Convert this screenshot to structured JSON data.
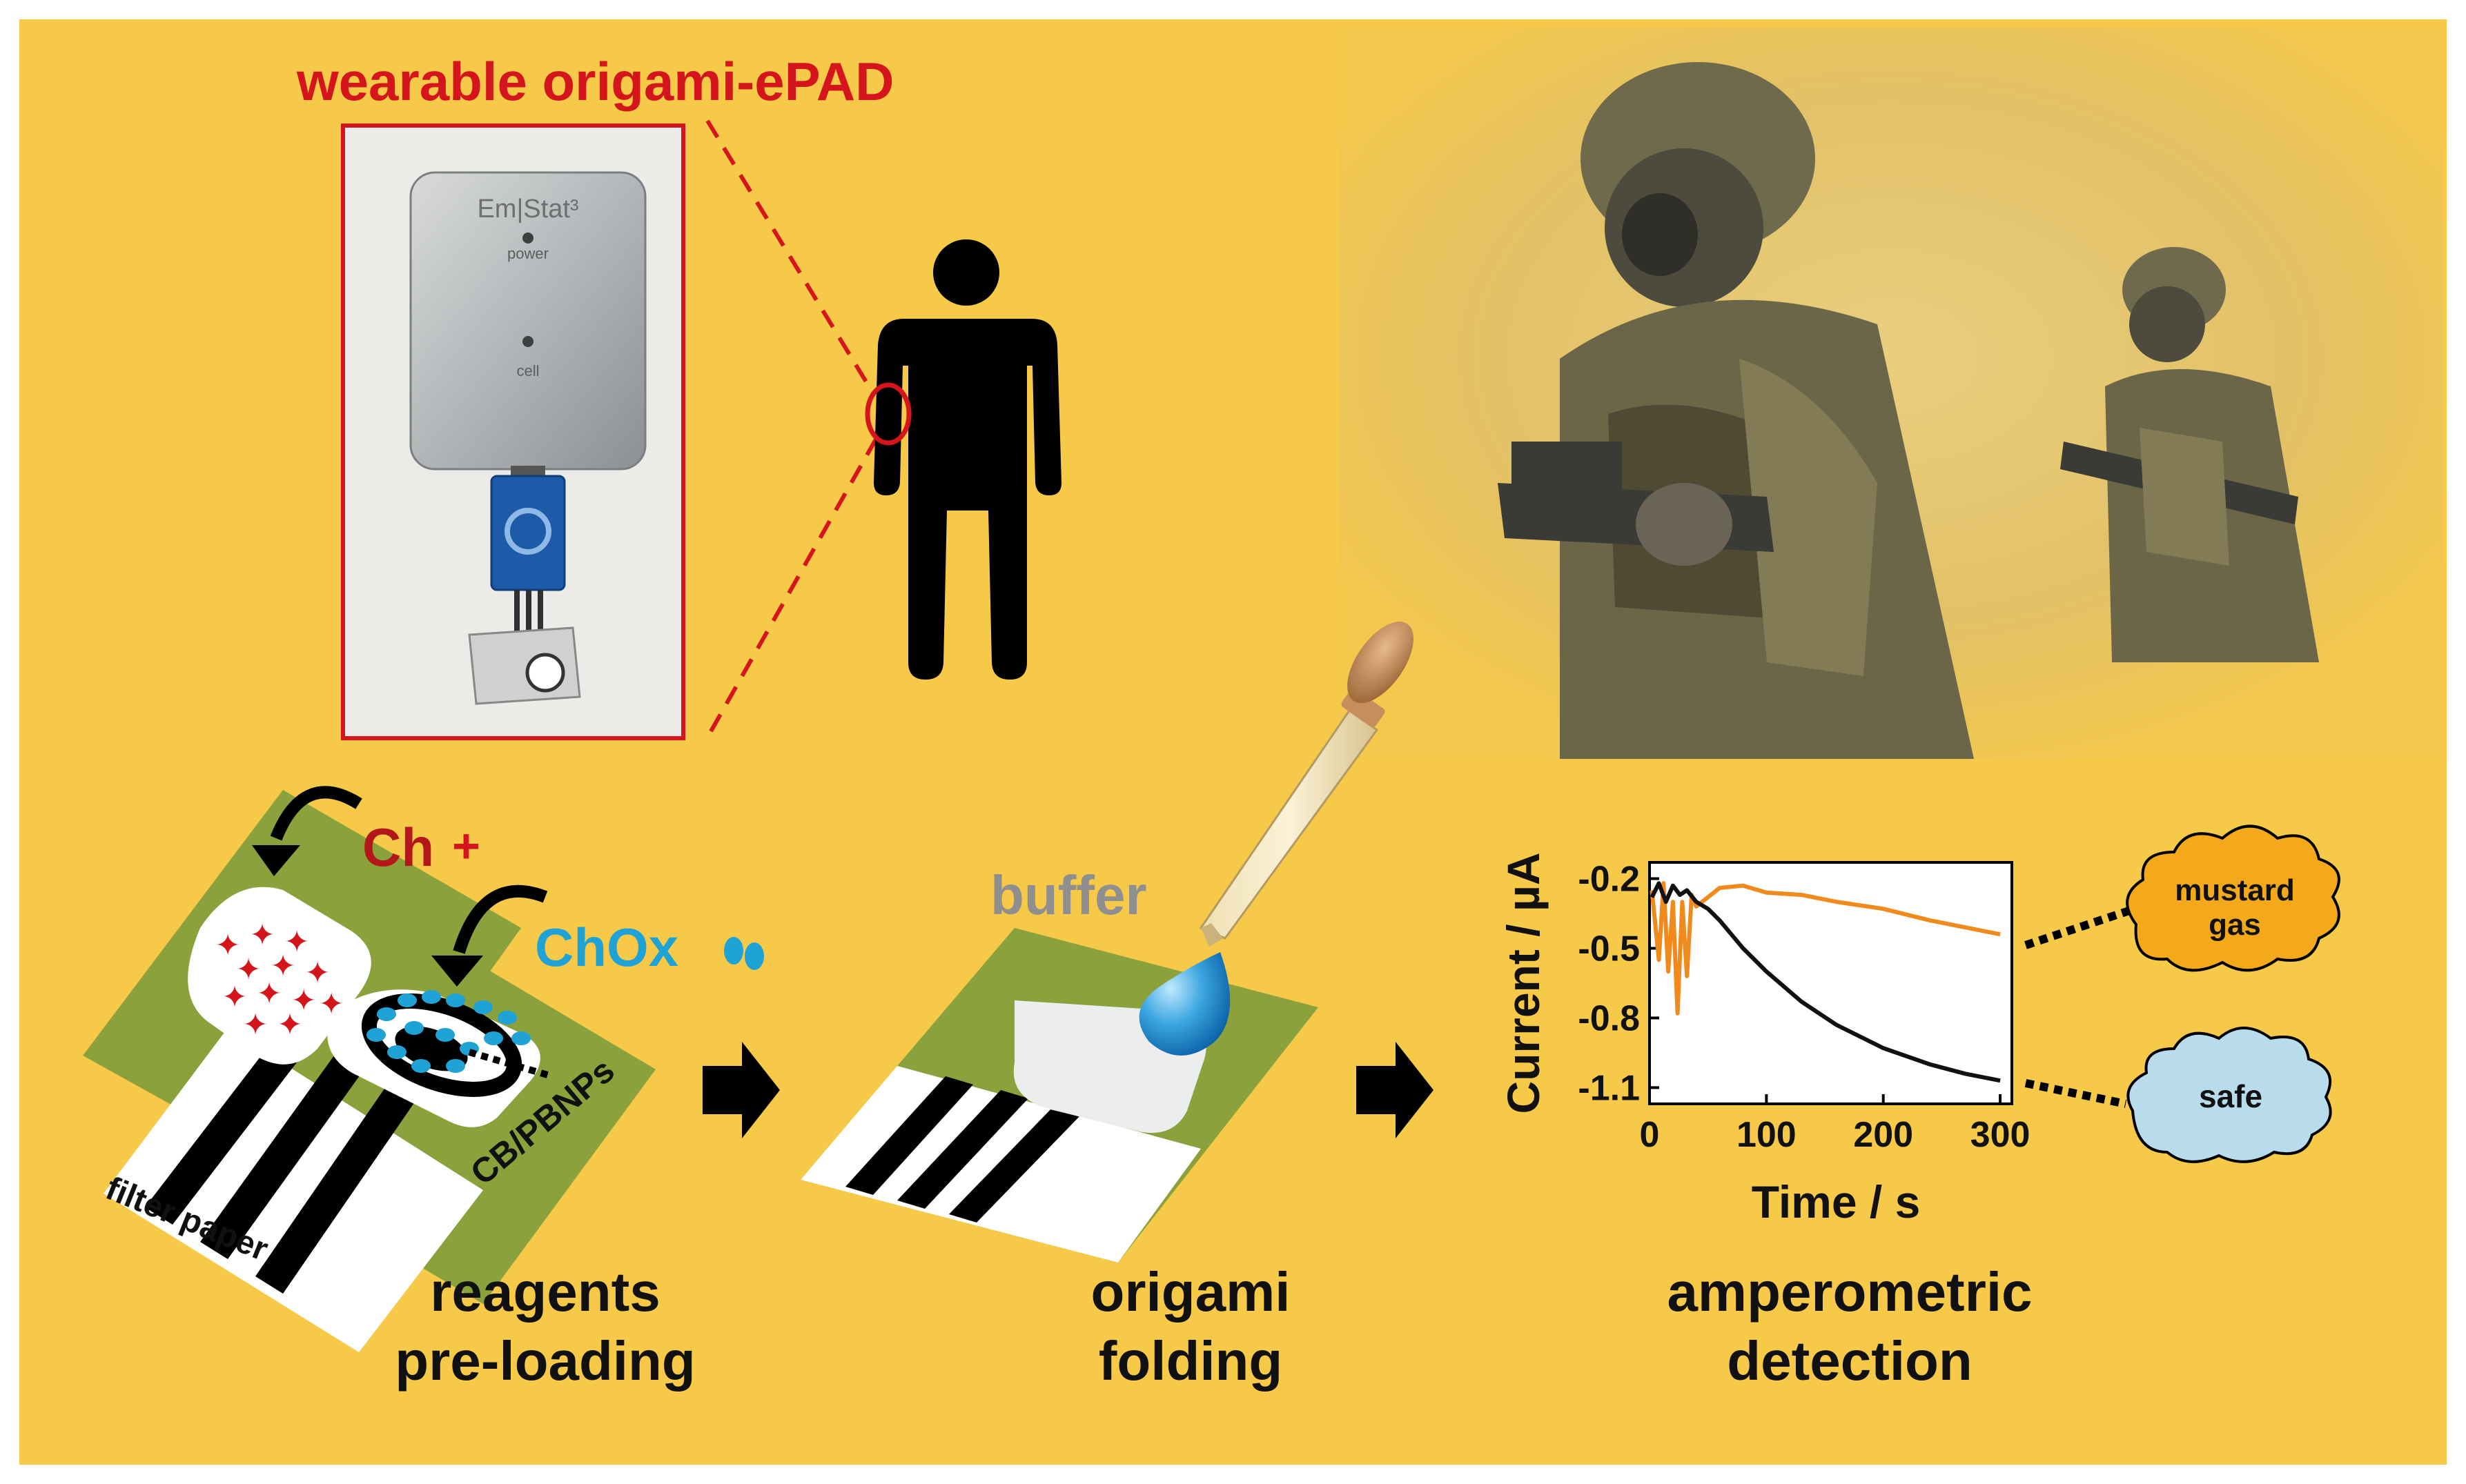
{
  "title": "wearable origami-ePAD",
  "device": {
    "brand_text": "Em|Stat³",
    "power_label": "power",
    "cell_label": "cell"
  },
  "labels": {
    "ch_plus": "Ch",
    "chox": "ChOx",
    "cbpbnps": "CB/PBNPs",
    "filter_paper": "filter paper",
    "buffer": "buffer"
  },
  "steps": [
    {
      "line1": "reagents",
      "line2": "pre-loading"
    },
    {
      "line1": "origami",
      "line2": "folding"
    },
    {
      "line1": "amperometric",
      "line2": "detection"
    }
  ],
  "outcomes": {
    "mustard_line1": "mustard",
    "mustard_line2": "gas",
    "safe": "safe"
  },
  "colors": {
    "background": "#f7c948",
    "title_red": "#d4151b",
    "chox_blue": "#1fa3d6",
    "paper_green": "#8aa13c",
    "mustard_cloud": "#f4a91b",
    "safe_cloud": "#b9dcec",
    "series_orange": "#f08a1c",
    "series_black": "#111111"
  },
  "chart_data": {
    "type": "line",
    "xlabel": "Time / s",
    "ylabel": "Current / µA",
    "xlim": [
      0,
      310
    ],
    "ylim": [
      -1.17,
      -0.13
    ],
    "xticks": [
      0,
      100,
      200,
      300
    ],
    "yticks": [
      -0.2,
      -0.5,
      -0.8,
      -1.1
    ],
    "ytick_labels": [
      "-0.2",
      "-0.5",
      "-0.8",
      "-1.1"
    ],
    "series": [
      {
        "color": "#f08a1c",
        "x": [
          2,
          8,
          12,
          16,
          20,
          24,
          28,
          32,
          36,
          40,
          50,
          60,
          80,
          100,
          130,
          160,
          200,
          240,
          270,
          300
        ],
        "y": [
          -0.25,
          -0.55,
          -0.22,
          -0.6,
          -0.3,
          -0.78,
          -0.3,
          -0.62,
          -0.27,
          -0.32,
          -0.28,
          -0.24,
          -0.23,
          -0.26,
          -0.27,
          -0.3,
          -0.33,
          -0.38,
          -0.41,
          -0.44
        ]
      },
      {
        "color": "#111111",
        "x": [
          2,
          8,
          14,
          20,
          26,
          32,
          40,
          50,
          60,
          80,
          100,
          130,
          160,
          200,
          240,
          270,
          300
        ],
        "y": [
          -0.28,
          -0.22,
          -0.3,
          -0.23,
          -0.27,
          -0.25,
          -0.3,
          -0.33,
          -0.38,
          -0.5,
          -0.6,
          -0.73,
          -0.83,
          -0.93,
          -1.0,
          -1.04,
          -1.07
        ]
      }
    ]
  }
}
